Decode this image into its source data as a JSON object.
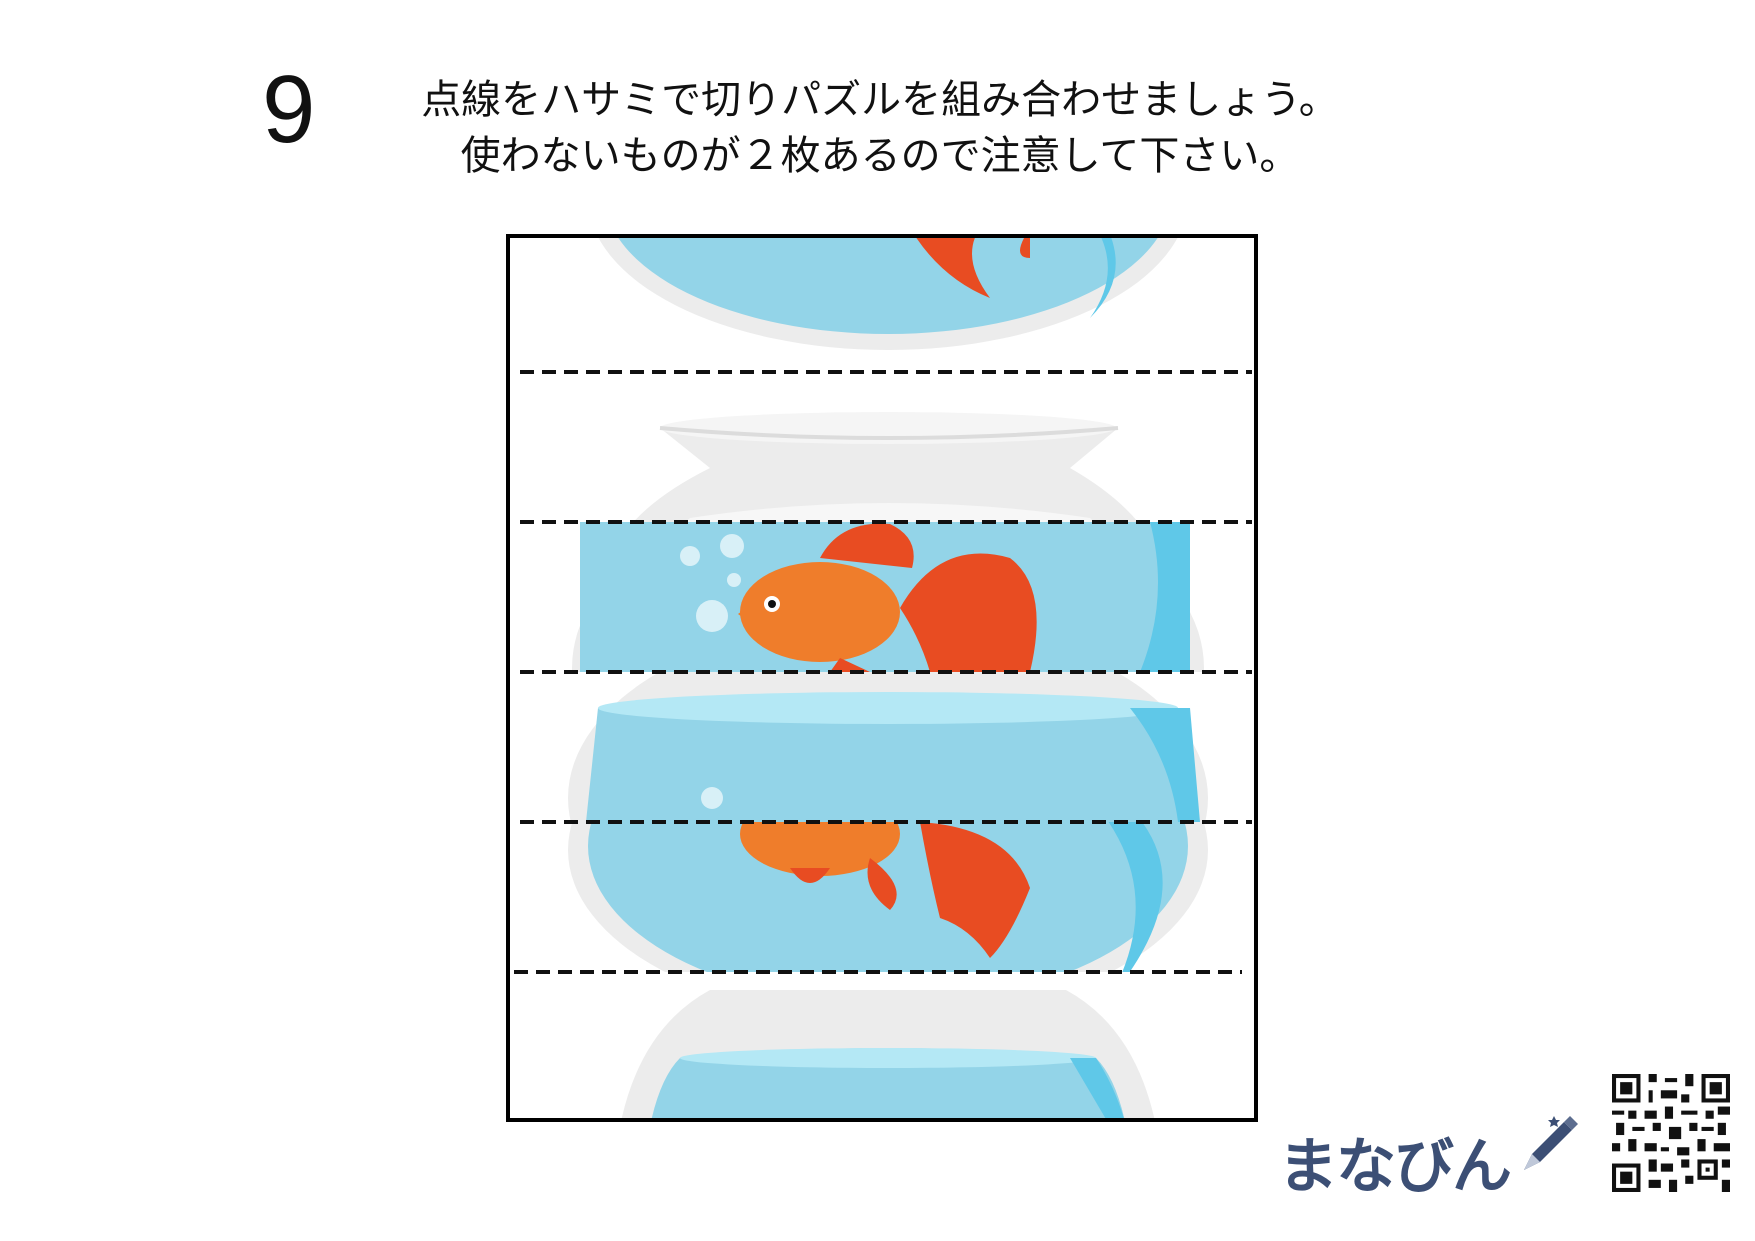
{
  "page_number": "9",
  "instructions": {
    "line1": "点線をハサミで切りパズルを組み合わせましょう。",
    "line2": "使わないものが２枚あるので注意して下さい。"
  },
  "puzzle": {
    "strip_count": 6,
    "colors": {
      "water": "#93d4e8",
      "water_dark": "#5fc8e8",
      "glass": "#ececec",
      "goldfish_body": "#ef7d2b",
      "goldfish_fin": "#e84c22"
    }
  },
  "brand": {
    "logo_text": "まなびん"
  },
  "icons": {
    "pencil": "pencil-icon",
    "qr": "qr-code-icon"
  }
}
